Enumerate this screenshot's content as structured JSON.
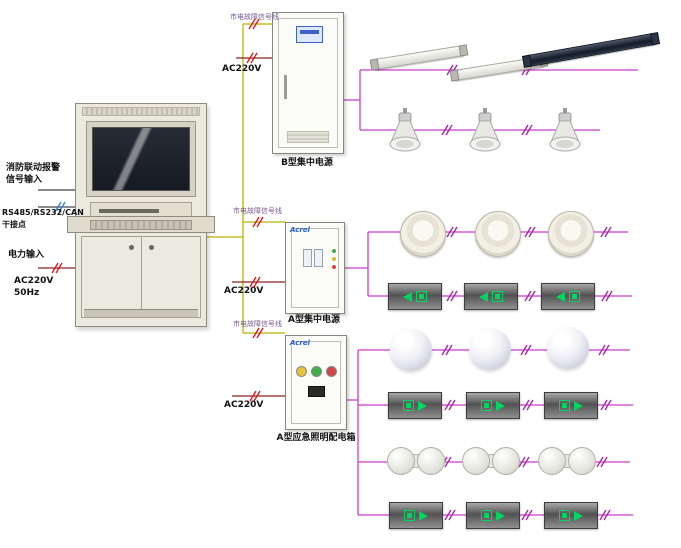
{
  "left_panel": {
    "fire_signal_line1": "消防联动报警",
    "fire_signal_line2": "信号输入",
    "comm_line1": "RS485/RS232/CAN",
    "comm_line2": "干接点",
    "power_input": "电力输入",
    "power_voltage": "AC220V",
    "power_freq": "50Hz"
  },
  "unit_b": {
    "fault_signal_label": "市电故障信号线",
    "ac_label": "AC220V",
    "name": "B型集中电源"
  },
  "unit_a": {
    "fault_signal_label": "市电故障信号线",
    "ac_label": "AC220V",
    "name": "A型集中电源",
    "brand": "Acrel"
  },
  "unit_d": {
    "fault_signal_label": "市电故障信号线",
    "ac_label": "AC220V",
    "name": "A型应急照明配电箱",
    "brand": "Acrel"
  },
  "colors": {
    "lamp_circuit": "#cc3ccc",
    "mains_fault_signal": "#b9b400",
    "power_feed": "#8b2222",
    "break_mark_red": "#e01010",
    "break_mark_blue": "#2f7fe0",
    "exit_green": "#00d560"
  }
}
